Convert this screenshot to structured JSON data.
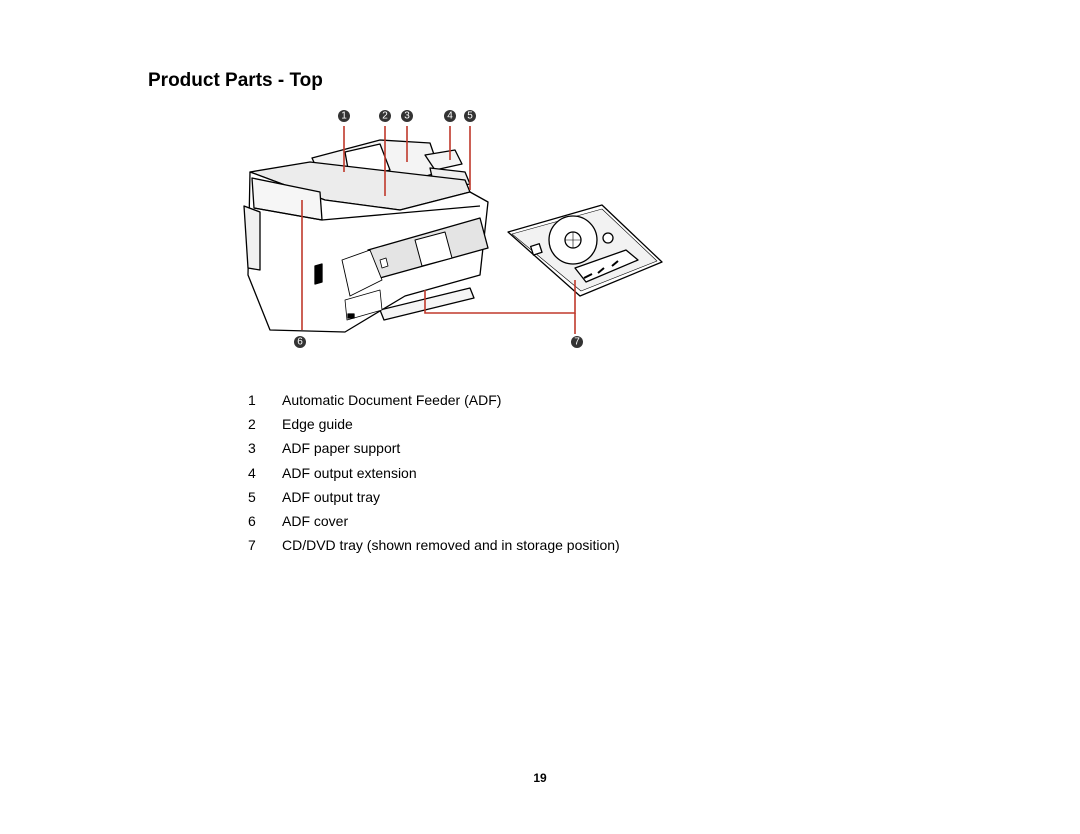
{
  "page": {
    "title": "Product Parts - Top",
    "page_number": "19"
  },
  "figure": {
    "callouts": [
      "1",
      "2",
      "3",
      "4",
      "5",
      "6",
      "7"
    ],
    "callout_color": "#c0392b"
  },
  "parts": [
    {
      "num": "1",
      "label": "Automatic Document Feeder (ADF)"
    },
    {
      "num": "2",
      "label": "Edge guide"
    },
    {
      "num": "3",
      "label": "ADF paper support"
    },
    {
      "num": "4",
      "label": "ADF output extension"
    },
    {
      "num": "5",
      "label": "ADF output tray"
    },
    {
      "num": "6",
      "label": "ADF cover"
    },
    {
      "num": "7",
      "label": "CD/DVD tray (shown removed and in storage position)"
    }
  ]
}
